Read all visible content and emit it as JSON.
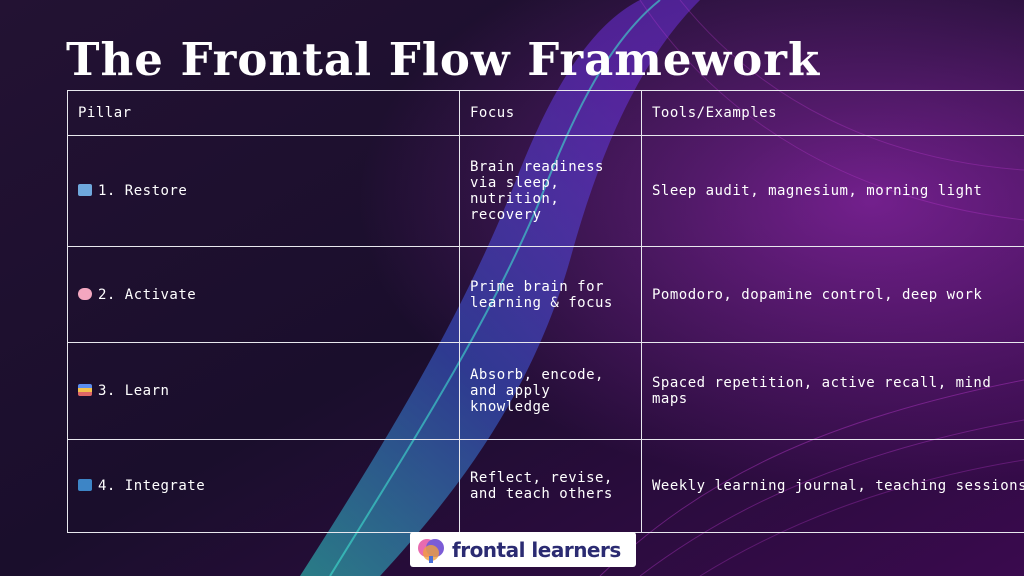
{
  "title": "The Frontal Flow Framework",
  "table": {
    "headers": [
      "Pillar",
      "Focus",
      "Tools/Examples"
    ],
    "rows": [
      {
        "icon": "bed-icon",
        "pillar": "1. Restore",
        "focus": "Brain readiness via sleep, nutrition, recovery",
        "tools": "Sleep audit, magnesium, morning light"
      },
      {
        "icon": "brain-icon",
        "pillar": "2. Activate",
        "focus": "Prime brain for learning & focus",
        "tools": "Pomodoro, dopamine control, deep work"
      },
      {
        "icon": "books-icon",
        "pillar": "3. Learn",
        "focus": "Absorb, encode, and apply knowledge",
        "tools": "Spaced repetition, active recall, mind maps"
      },
      {
        "icon": "cycle-arrows-icon",
        "pillar": "4. Integrate",
        "focus": "Reflect, revise, and teach others",
        "tools": "Weekly learning journal, teaching sessions"
      }
    ]
  },
  "logo": {
    "text": "frontal learners"
  },
  "colors": {
    "background": "#1c1030",
    "accent_purple": "#8a2fd0",
    "accent_teal": "#2fd7c8",
    "border": "#e8e8ee"
  }
}
